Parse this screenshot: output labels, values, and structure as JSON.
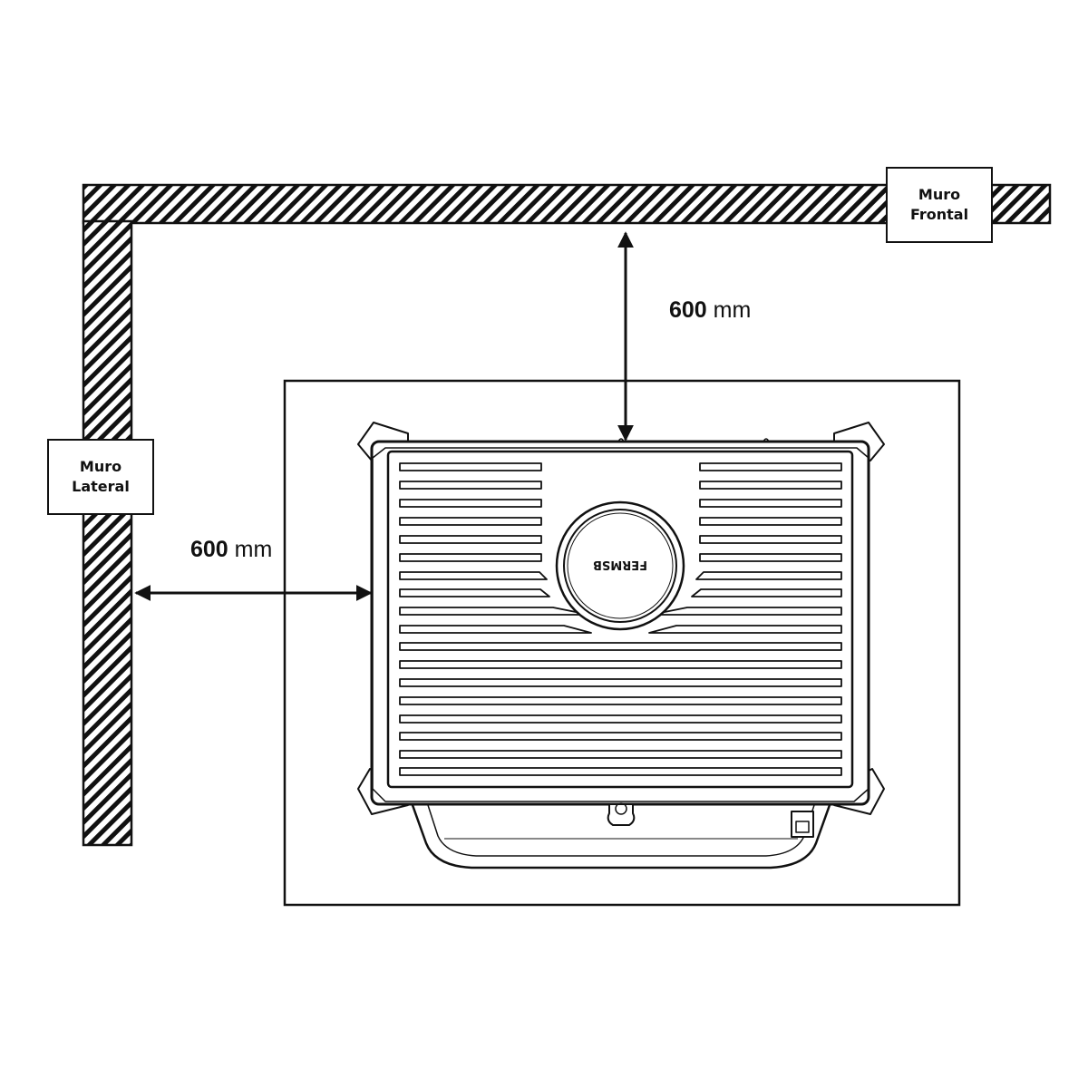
{
  "walls": {
    "front": {
      "line1": "Muro",
      "line2": "Frontal"
    },
    "lateral": {
      "line1": "Muro",
      "line2": "Lateral"
    }
  },
  "dimensions": {
    "front_clearance": {
      "value": "600",
      "unit": "mm"
    },
    "side_clearance": {
      "value": "600",
      "unit": "mm"
    }
  },
  "appliance": {
    "logo_text": "FERMSB"
  },
  "colors": {
    "line": "#111111",
    "background": "#ffffff"
  }
}
